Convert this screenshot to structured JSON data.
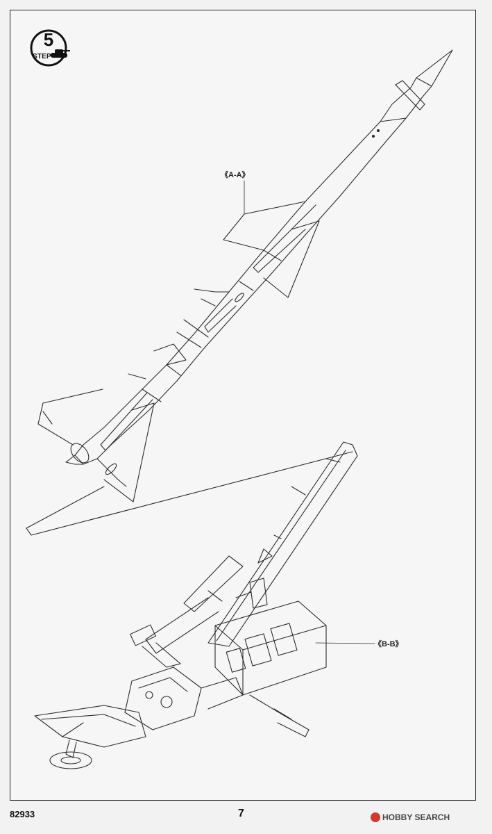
{
  "step": {
    "number": "5",
    "label": "STEP"
  },
  "callouts": {
    "missile": "《A-A》",
    "launcher": "《B-B》"
  },
  "footer": {
    "kit_code": "82933",
    "page_number": "7",
    "watermark": "HOBBY SEARCH"
  },
  "colors": {
    "line": "#2a2a2a",
    "paper": "#f6f6f6",
    "watermark_accent": "#d23a2b"
  },
  "icons": [
    "step-badge-icon",
    "tank-icon",
    "hobby-search-logo-icon"
  ]
}
